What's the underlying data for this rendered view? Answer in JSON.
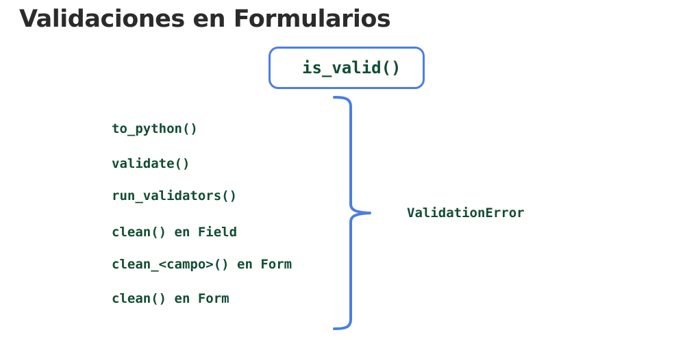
{
  "title": "Validaciones en Formularios",
  "top_method": "is_valid()",
  "steps": [
    "to_python()",
    "validate()",
    "run_validators()",
    "clean() en Field",
    "clean_<campo>() en Form",
    "clean() en Form"
  ],
  "result": "ValidationError",
  "colors": {
    "title": "#2b2b2b",
    "code_text": "#114d33",
    "accent": "#4a7ee6"
  }
}
